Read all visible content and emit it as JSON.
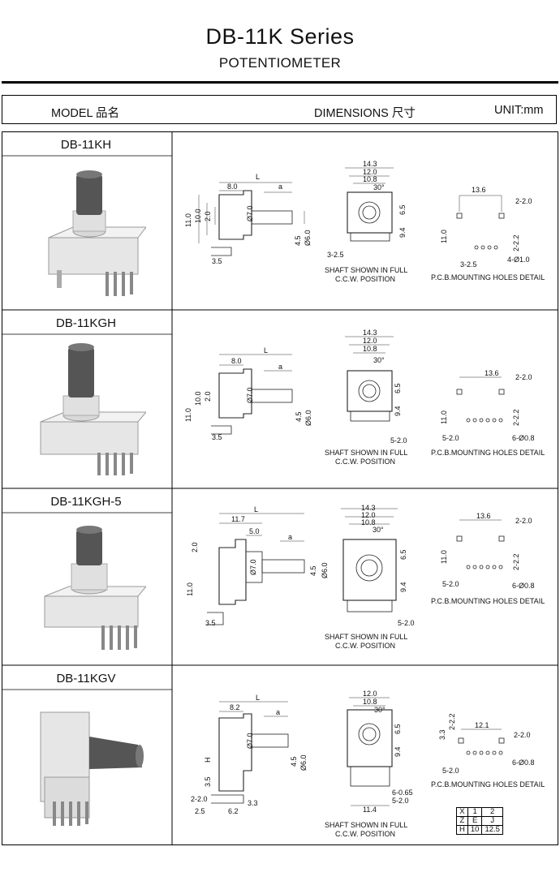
{
  "header": {
    "title": "DB-11K Series",
    "subtitle": "POTENTIOMETER"
  },
  "table_header": {
    "model": "MODEL 品名",
    "dimensions": "DIMENSIONS 尺寸",
    "unit": "UNIT:mm"
  },
  "rows": [
    {
      "model": "DB-11KH",
      "side_dims": {
        "L": "L",
        "a": "a",
        "d1": "8.0",
        "h1": "10.0",
        "h2": "11.0",
        "h3": "2.0",
        "shaft": "Ø7.0",
        "p1": "4.5",
        "p2": "Ø6.0",
        "b": "3.5"
      },
      "front_dims": {
        "w1": "14.3",
        "w2": "12.0",
        "w3": "10.8",
        "ang": "30°",
        "s1": "6.5",
        "s2": "9.4",
        "pin": "3-2.5"
      },
      "front_note": [
        "SHAFT SHOWN IN FULL",
        "C.C.W. POSITION"
      ],
      "pcb_dims": {
        "w": "13.6",
        "g": "2-2.0",
        "h": "11.0",
        "v": "2-2.2",
        "p": "3-2.5",
        "holes": "4-Ø1.0"
      },
      "pcb_note": "P.C.B.MOUNTING HOLES DETAIL"
    },
    {
      "model": "DB-11KGH",
      "side_dims": {
        "L": "L",
        "a": "a",
        "d1": "8.0",
        "h1": "10.0",
        "h2": "11.0",
        "h3": "2.0",
        "shaft": "Ø7.0",
        "p1": "4.5",
        "p2": "Ø6.0",
        "b": "3.5"
      },
      "front_dims": {
        "w1": "14.3",
        "w2": "12.0",
        "w3": "10.8",
        "ang": "30°",
        "s1": "6.5",
        "s2": "9.4",
        "pin": "5-2.0"
      },
      "front_note": [
        "SHAFT SHOWN IN FULL",
        "C.C.W. POSITION"
      ],
      "pcb_dims": {
        "w": "13.6",
        "g": "2-2.0",
        "h": "11.0",
        "v": "2-2.2",
        "p": "5-2.0",
        "holes": "6-Ø0.8"
      },
      "pcb_note": "P.C.B.MOUNTING HOLES DETAIL"
    },
    {
      "model": "DB-11KGH-5",
      "side_dims": {
        "L": "L",
        "a": "a",
        "d0": "11.7",
        "d1": "5.0",
        "h2": "11.0",
        "h3": "2.0",
        "shaft": "Ø7.0",
        "p1": "4.5",
        "p2": "Ø6.0",
        "b": "3.5"
      },
      "front_dims": {
        "w1": "14.3",
        "w2": "12.0",
        "w3": "10.8",
        "ang": "30°",
        "s1": "6.5",
        "s2": "9.4",
        "pin": "5-2.0"
      },
      "front_note": [
        "SHAFT SHOWN IN FULL",
        "C.C.W. POSITION"
      ],
      "pcb_dims": {
        "w": "13.6",
        "g": "2-2.0",
        "h": "11.0",
        "v": "2-2.2",
        "p": "5-2.0",
        "holes": "6-Ø0.8"
      },
      "pcb_note": "P.C.B.MOUNTING HOLES DETAIL"
    },
    {
      "model": "DB-11KGV",
      "side_dims": {
        "L": "L",
        "a": "a",
        "d1": "8.2",
        "H": "H",
        "h3": "3.5",
        "shaft": "Ø7.0",
        "p1": "4.5",
        "p2": "Ø6.0",
        "b1": "2-2.0",
        "b2": "2.5",
        "b3": "6.2",
        "b4": "3.3"
      },
      "front_dims": {
        "w2": "12.0",
        "w3": "10.8",
        "ang": "30°",
        "s1": "6.5",
        "s2": "9.4",
        "pin1": "6-0.65",
        "pin2": "5-2.0",
        "bot": "11.4"
      },
      "front_note": [
        "SHAFT SHOWN IN FULL",
        "C.C.W. POSITION"
      ],
      "pcb_dims": {
        "w": "12.1",
        "g": "2-2.0",
        "v1": "3.3",
        "v2": "2-2.2",
        "p": "5-2.0",
        "holes": "6-Ø0.8"
      },
      "pcb_note": "P.C.B.MOUNTING HOLES DETAIL"
    }
  ],
  "legend": {
    "rows": [
      [
        "X",
        "1",
        "2"
      ],
      [
        "Z",
        "E",
        "J"
      ],
      [
        "H",
        "10",
        "12.5"
      ]
    ]
  }
}
